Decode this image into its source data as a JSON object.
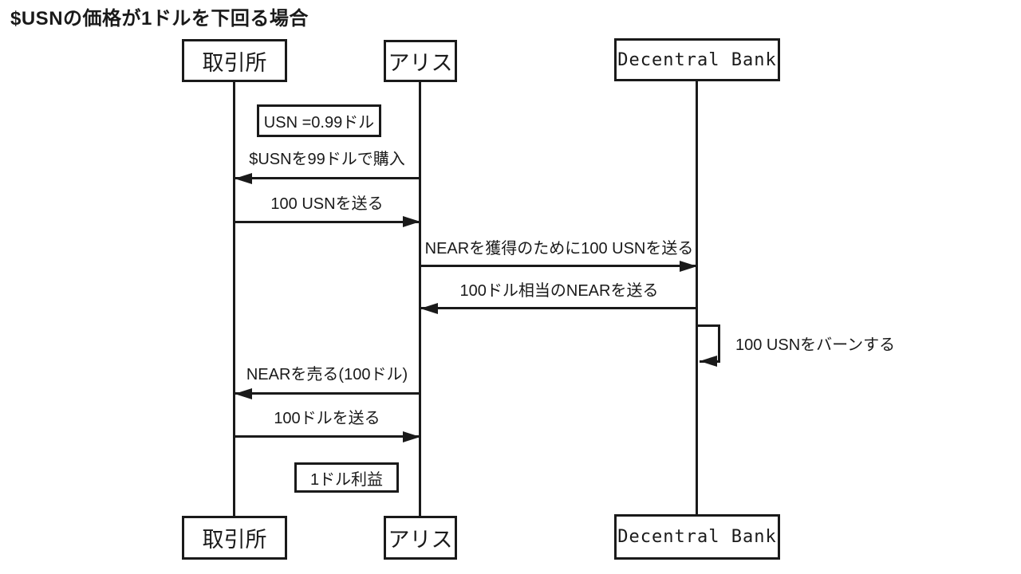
{
  "title": "$USNの価格が1ドルを下回る場合",
  "colors": {
    "line": "#1a1a1a",
    "text": "#1a1a1a",
    "background": "#ffffff"
  },
  "diagram": {
    "type": "sequence",
    "actors": [
      {
        "id": "exchange",
        "label": "取引所"
      },
      {
        "id": "alice",
        "label": "アリス"
      },
      {
        "id": "decentral_bank",
        "label": "Decentral Bank"
      }
    ],
    "notes": [
      {
        "text": "USN =0.99ドル"
      },
      {
        "text": "1ドル利益"
      }
    ],
    "messages": [
      {
        "from": "アリス",
        "to": "取引所",
        "direction": "left",
        "text": "$USNを99ドルで購入"
      },
      {
        "from": "取引所",
        "to": "アリス",
        "direction": "right",
        "text": "100 USNを送る"
      },
      {
        "from": "アリス",
        "to": "Decentral Bank",
        "direction": "right",
        "text": "NEARを獲得のために100 USNを送る"
      },
      {
        "from": "Decentral Bank",
        "to": "アリス",
        "direction": "left",
        "text": "100ドル相当のNEARを送る"
      },
      {
        "from": "Decentral Bank",
        "to": "Decentral Bank",
        "direction": "self",
        "text": "100 USNをバーンする"
      },
      {
        "from": "アリス",
        "to": "取引所",
        "direction": "left",
        "text": "NEARを売る(100ドル)"
      },
      {
        "from": "取引所",
        "to": "アリス",
        "direction": "right",
        "text": "100ドルを送る"
      }
    ]
  }
}
